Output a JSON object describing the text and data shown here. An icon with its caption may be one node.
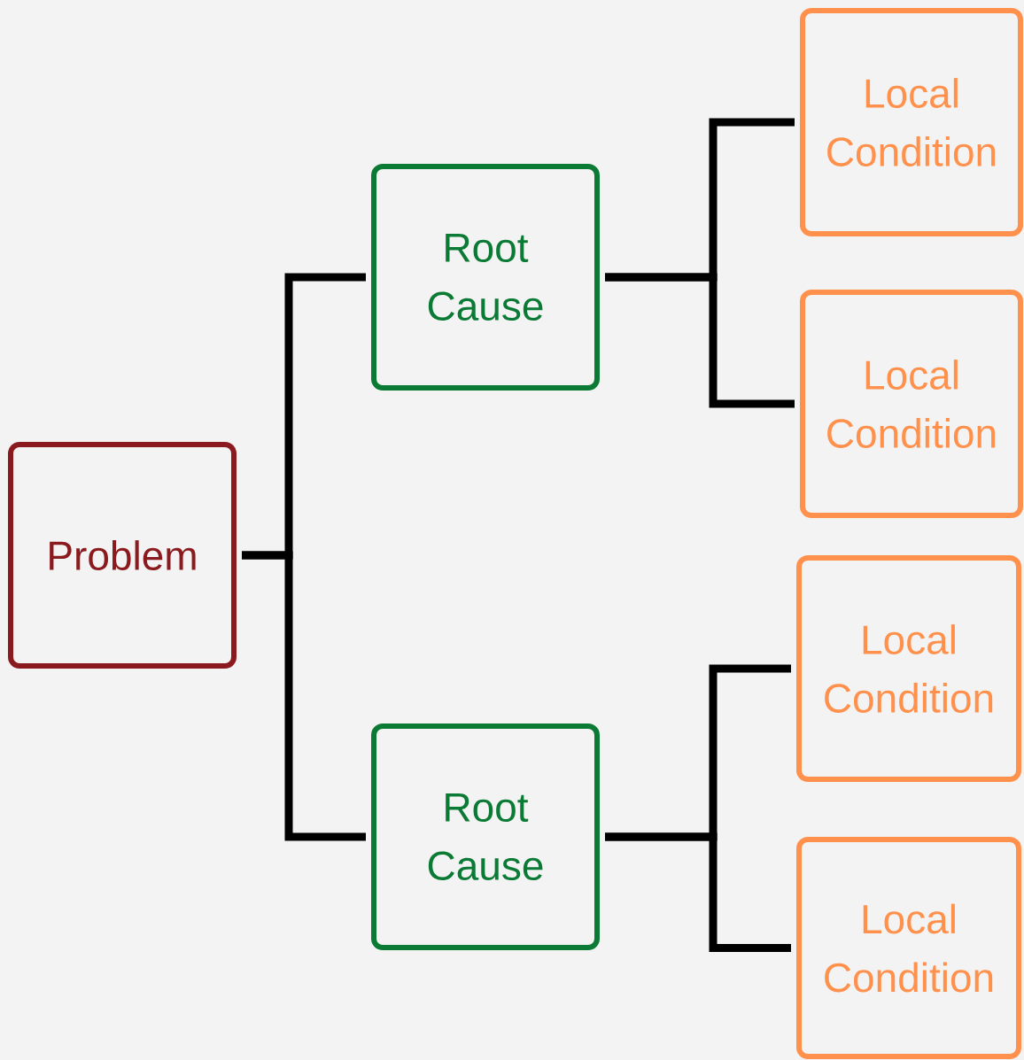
{
  "diagram": {
    "nodes": [
      {
        "text": [
          "Problem"
        ]
      },
      {
        "text": [
          "Root Cause"
        ]
      },
      {
        "text": [
          "Root Cause"
        ]
      },
      {
        "text": [
          "Local Condition"
        ]
      },
      {
        "text": [
          "Local Condition"
        ]
      },
      {
        "text": [
          "Local Condition"
        ]
      },
      {
        "text": [
          "Local Condition"
        ]
      }
    ],
    "edges": [
      {
        "from": 0,
        "to": 1,
        "arrow": "none"
      },
      {
        "from": 0,
        "to": 2,
        "arrow": "none"
      },
      {
        "from": 1,
        "to": 3,
        "arrow": "none"
      },
      {
        "from": 1,
        "to": 4,
        "arrow": "none"
      },
      {
        "from": 2,
        "to": 5,
        "arrow": "none"
      },
      {
        "from": 2,
        "to": 6,
        "arrow": "none"
      }
    ]
  }
}
